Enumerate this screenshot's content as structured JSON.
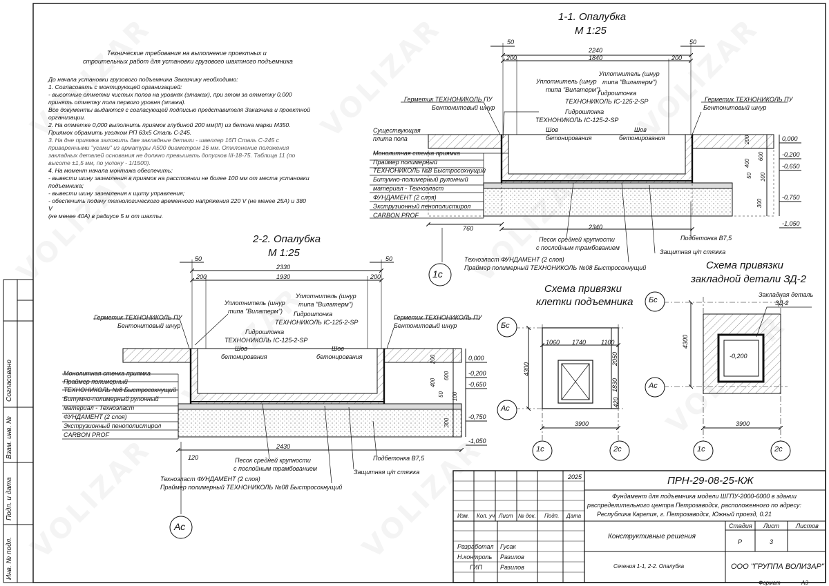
{
  "drawing": {
    "watermark": "VOLIZAR",
    "requirements": {
      "title_line1": "Технические требования на выполнение проектных и",
      "title_line2": "строительных работ для установки грузового шахтного подъемника",
      "lines": [
        "До начала установки грузового подъемника Заказчику необходимо:",
        "1. Согласовать с монтирующей организацией:",
        "- высотные отметки чистых полов на уровнях (этажах), при этом за отметку 0,000",
        "принять отметку пола первого уровня (этажа).",
        "Все документы выдаются с согласующей подписью представителя Заказчика и проектной",
        "организации.",
        "2. На отметке 0,000 выполнить приямок глубиной 200 мм(!!!) из бетона марки М350.",
        "Приямок обрамить уголком РП 63х5 Сталь С-245.",
        "3. На дне приямка заложить две закладные детали - швеллер 16П Сталь С-245 с",
        "приваренными \"усами\" из арматуры А500 диаметром 16 мм. Отклонение положения",
        "закладных деталей основания не должно превышать допусков III-18-75. Таблица 11 (по",
        "высоте ±1,5 мм, по уклону - 1/1500).",
        "4. На момент начала монтажа обеспечить:",
        "- вывести шину заземления в приямок на расстоянии не более 100 мм от места установки",
        "подъемника;",
        "- вывести шину заземления к щиту управления;",
        "- обеспечить подачу технологического временного напряжения 220 V (не менее 25А) и 380 V",
        "(не менее 40А) в радиусе 5 м от шахты."
      ]
    },
    "section11": {
      "title": "1-1. Опалубка",
      "scale": "М 1:25",
      "dims": [
        "50",
        "2240",
        "50",
        "200",
        "1840",
        "200",
        "760",
        "2340"
      ],
      "leaders": {
        "upl_left_1": "Уплотнитель (шнур",
        "upl_left_2": "типа \"Вилатерм\")",
        "upl_right_1": "Уплотнитель (шнур",
        "upl_right_2": "типа \"Вилатерм\")",
        "gidro_right_1": "Гидрошпонка",
        "gidro_right_2": "ТЕХНОНИКОЛЬ IC-125-2-SP",
        "gidro_left_1": "Гидрошпонка",
        "gidro_left_2": "ТЕХНОНИКОЛЬ IC-125-2-SP",
        "germ_left": "Герметик ТЕХНОНИКОЛЬ ПУ",
        "bent_left": "Бентонитовый шнур",
        "germ_right": "Герметик ТЕХНОНИКОЛЬ ПУ",
        "bent_right": "Бентонитовый шнур",
        "exist_1": "Существующая",
        "exist_2": "плита пола",
        "shov_l1": "Шов",
        "shov_l2": "бетонирования",
        "shov_r1": "Шов",
        "shov_r2": "бетонирования",
        "sand_1": "Песок средней крупности",
        "sand_2": "с послойным трамбованием",
        "podbet": "Подбетонка В7,5",
        "zasch": "Защитная ц/п стяжка",
        "techno": "Технoэласт ФУНДАМЕНТ (2 слоя)",
        "primer": "Праймер полимерный ТЕХНОНИКОЛЬ №08 Быстросохнущий"
      },
      "layers": [
        "Монолитная стенка приямка",
        "Праймер полимерный",
        "ТЕХНОНИКОЛЬ №8 Быстросохнущий",
        "Битумно-полимерный рулонный",
        "материал - Технoэласт",
        "ФУНДАМЕНТ (2 слоя)",
        "Экструзионный пенополистирол",
        "CARBON PROF"
      ],
      "levels": [
        "0,000",
        "-0,200",
        "-0,650",
        "-0,750",
        "-1,050"
      ],
      "vdims": [
        "200",
        "600",
        "400",
        "50",
        "100",
        "300"
      ],
      "axis": "1с"
    },
    "section22": {
      "title": "2-2. Опалубка",
      "scale": "М 1:25",
      "dims": [
        "50",
        "2330",
        "50",
        "200",
        "1930",
        "200",
        "2430",
        "120"
      ],
      "leaders": {
        "upl_left_1": "Уплотнитель (шнур",
        "upl_left_2": "типа \"Вилатерм\")",
        "upl_right_1": "Уплотнитель (шнур",
        "upl_right_2": "типа \"Вилатерм\")",
        "gidro_right_1": "Гидрошпонка",
        "gidro_right_2": "ТЕХНОНИКОЛЬ IC-125-2-SP",
        "gidro_left_1": "Гидрошпонка",
        "gidro_left_2": "ТЕХНОНИКОЛЬ IC-125-2-SP",
        "germ_left": "Герметик ТЕХНОНИКОЛЬ ПУ",
        "bent_left": "Бентонитовый шнур",
        "germ_right": "Герметик ТЕХНОНИКОЛЬ ПУ",
        "bent_right": "Бентонитовый шнур",
        "shov_l1": "Шов",
        "shov_l2": "бетонирования",
        "shov_r1": "Шов",
        "shov_r2": "бетонирования",
        "sand_1": "Песок средней крупности",
        "sand_2": "с послойным трамбованием",
        "podbet": "Подбетонка В7,5",
        "zasch": "Защитная ц/п стяжка",
        "techno": "Технoэласт ФУНДАМЕНТ (2 слоя)",
        "primer": "Праймер полимерный ТЕХНОНИКОЛЬ №08 Быстросохнущий"
      },
      "layers": [
        "Монолитная стенка приямка",
        "Праймер полимерный",
        "ТЕХНОНИКОЛЬ №8 Быстросохнущий",
        "Битумно-полимерный рулонный",
        "материал - Технoэласт",
        "ФУНДАМЕНТ (2 слоя)",
        "Экструзионный пенополистирол",
        "CARBON PROF"
      ],
      "levels": [
        "0,000",
        "-0,200",
        "-0,650",
        "-0,750",
        "-1,050"
      ],
      "vdims": [
        "200",
        "600",
        "400",
        "50",
        "100",
        "300"
      ],
      "axis": "Ас"
    },
    "scheme_cage": {
      "title_1": "Схема привязки",
      "title_2": "клетки подъемника",
      "dims_top": [
        "1060",
        "1740",
        "1100"
      ],
      "dims_right": [
        "2050",
        "1830",
        "420"
      ],
      "dim_left": "4300",
      "dim_bottom": "3900",
      "axes": [
        "Бс",
        "Ас",
        "1с",
        "2с"
      ]
    },
    "scheme_part": {
      "title_1": "Схема привязки",
      "title_2": "закладной детали ЗД-2",
      "label_1": "Закладная деталь",
      "label_2": "ЗД-2",
      "level": "-0,200",
      "dim_left": "4300",
      "dim_bottom": "3900",
      "axes": [
        "Бс",
        "Ас",
        "1с",
        "2с"
      ]
    },
    "stamp": {
      "year": "2025",
      "code": "ПРН-29-08-25-КЖ",
      "desc_1": "Фундамент для подъемника модели ШГПУ-2000-6000 в здании",
      "desc_2": "распределительного центра Петрозаводск, расположенного по адресу:",
      "desc_3": "Республика Карелия, г. Петрозаводск, Южный проезд, 0.21",
      "cols": [
        "Изм.",
        "Кол. уч.",
        "Лист",
        "№ док.",
        "Подп.",
        "Дата"
      ],
      "section": "Конструктивные решения",
      "stage_h": "Стадия",
      "sheet_h": "Лист",
      "sheets_h": "Листов",
      "stage": "Р",
      "sheet": "3",
      "sheet_name": "Сечения 1-1, 2-2. Опалубка",
      "company": "ООО \"ГРУППА ВОЛИЗАР\"",
      "people": [
        {
          "role": "Разработал",
          "name": "Гусак"
        },
        {
          "role": "Н.контроль",
          "name": "Разилов"
        },
        {
          "role": "ГИП",
          "name": "Разилов"
        }
      ],
      "format_label": "Формат",
      "format": "А3"
    },
    "side_labels": [
      "Согласовано",
      "Взам. инв. №",
      "Подп. и дата",
      "Инв. № подл."
    ]
  }
}
